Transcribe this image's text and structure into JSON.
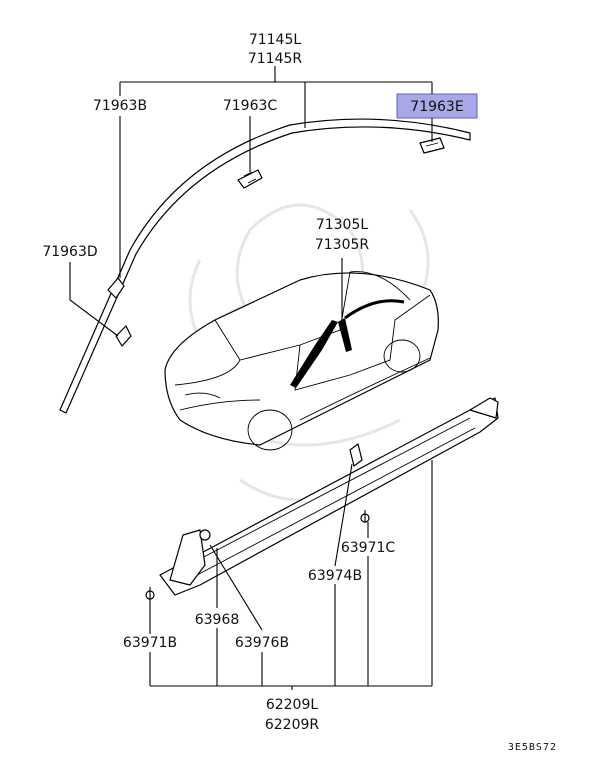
{
  "labels": {
    "p71145l": "71145L",
    "p71145r": "71145R",
    "p71963b": "71963B",
    "p71963c": "71963C",
    "p71963e": "71963E",
    "p71963d": "71963D",
    "p71305l": "71305L",
    "p71305r": "71305R",
    "p63971c": "63971C",
    "p63974b": "63974B",
    "p63968": "63968",
    "p63976b": "63976B",
    "p63971b": "63971B",
    "p62209l": "62209L",
    "p62209r": "62209R"
  },
  "diagram_code": "3E5BS72",
  "highlight_color": "#a8a8e8"
}
